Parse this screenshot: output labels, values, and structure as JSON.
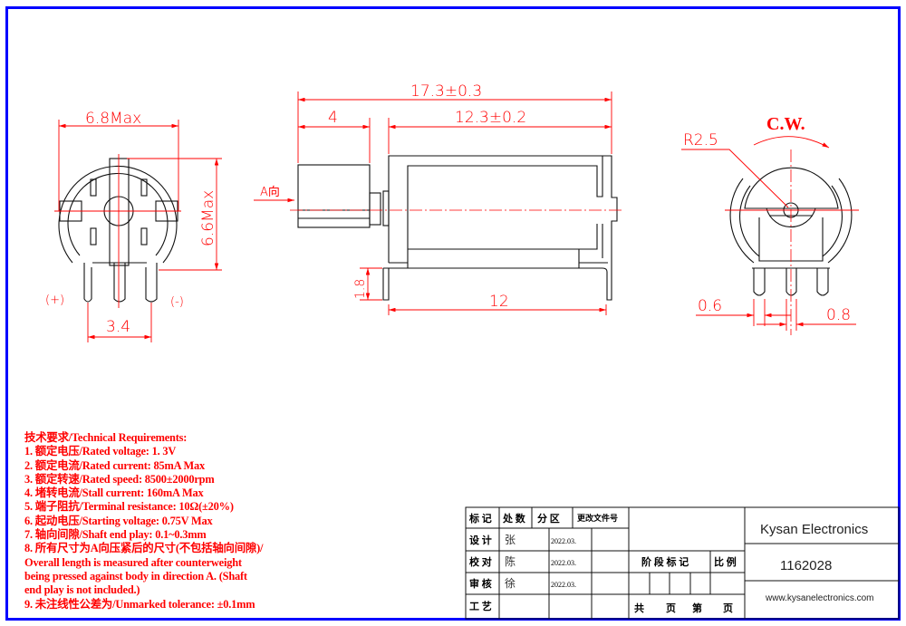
{
  "dimensions": {
    "end_width": "6.8Max",
    "end_height": "6.6Max",
    "pin_spacing": "3.4",
    "plus": "(+)",
    "minus": "(-)",
    "overall_length": "17.3±0.3",
    "counterweight_length": "4",
    "body_length": "12.3±0.2",
    "bracket_length": "12",
    "terminal_height": "1.8",
    "direction_a": "A向",
    "radius": "R2.5",
    "rotation": "C.W.",
    "pin_width": "0.6",
    "center_pin_width": "0.8"
  },
  "requirements": [
    "技术要求/Technical Requirements:",
    "1. 额定电压/Rated voltage: 1. 3V",
    "2. 额定电流/Rated current: 85mA Max",
    "3. 额定转速/Rated speed: 8500±2000rpm",
    "4. 堵转电流/Stall current: 160mA Max",
    "5. 端子阻抗/Terminal resistance: 10Ω(±20%)",
    "6. 起动电压/Starting voltage: 0.75V  Max",
    "7. 轴向间隙/Shaft end play: 0.1~0.3mm",
    "8. 所有尺寸为A向压紧后的尺寸(不包括轴向间隙)/",
    "Overall length is measured after counterweight",
    "being pressed against body in direction A. (Shaft",
    "end play is not included.)",
    "9. 未注线性公差为/Unmarked tolerance:  ±0.1mm"
  ],
  "title_block": {
    "mark": "标 记",
    "count": "处 数",
    "zone": "分  区",
    "change_doc": "更改文件号",
    "design": "设 计",
    "designer": "张",
    "check": "校 对",
    "checker": "陈",
    "review": "审 核",
    "reviewer": "徐",
    "process": "工 艺",
    "date1": "2022.03.",
    "date2": "2022.03.",
    "date3": "2022.03.",
    "stage_mark": "阶 段 标 记",
    "scale": "比 例",
    "total": "共",
    "page": "页",
    "nth": "第",
    "page2": "页",
    "company": "Kysan Electronics",
    "part_number": "1162028",
    "website": "www.kysanelectronics.com"
  },
  "colors": {
    "frame": "#0000ff",
    "annotation": "#ff0000",
    "line": "#111111"
  }
}
